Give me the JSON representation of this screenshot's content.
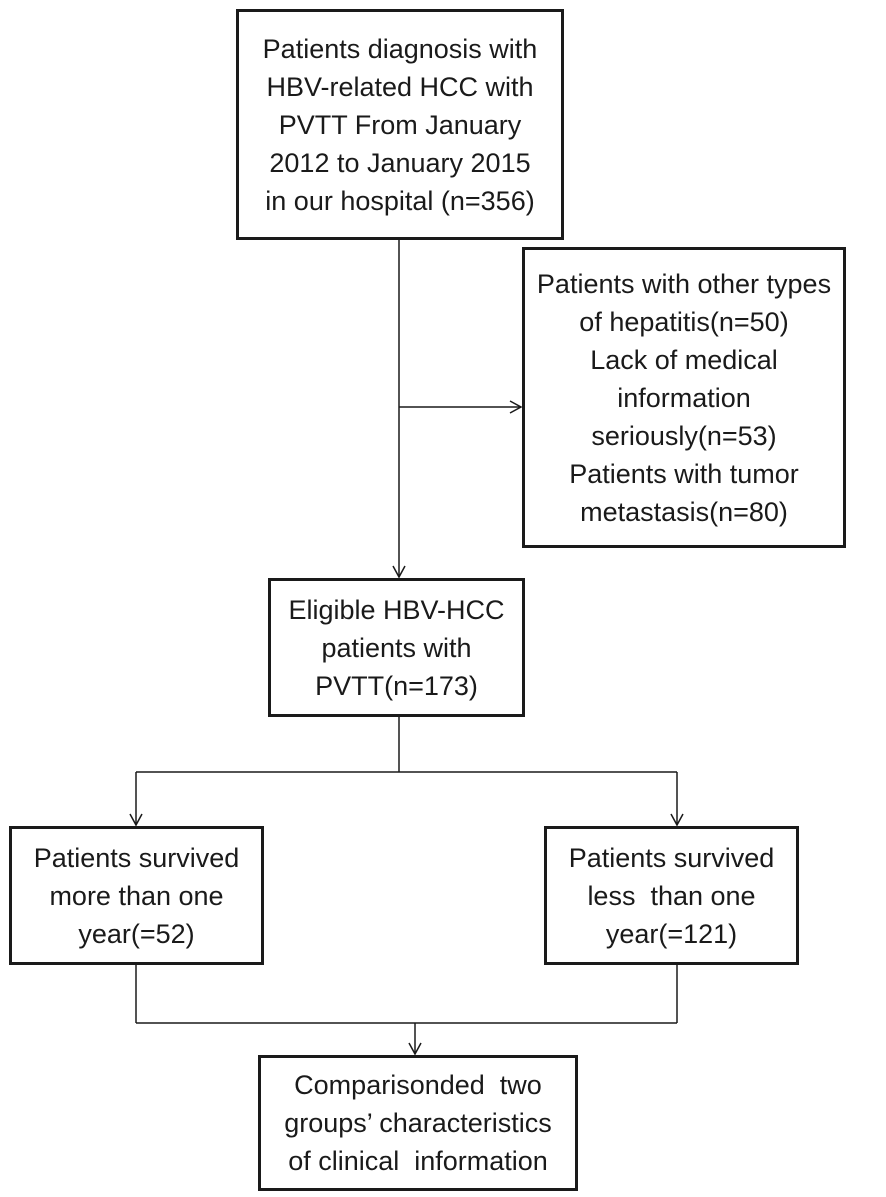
{
  "flowchart": {
    "boxes": [
      {
        "id": "initial-cohort",
        "lines": [
          "Patients diagnosis with",
          "HBV-related HCC with",
          "PVTT From January",
          "2012 to January 2015",
          "in our hospital (n=356)"
        ]
      },
      {
        "id": "exclusions",
        "lines": [
          "Patients with other types",
          "of hepatitis(n=50)",
          "Lack of medical",
          "information",
          "seriously(n=53)",
          "Patients with tumor",
          "metastasis(n=80)"
        ]
      },
      {
        "id": "eligible",
        "lines": [
          "Eligible HBV-HCC",
          "patients with",
          "PVTT(n=173)"
        ]
      },
      {
        "id": "survived-more",
        "lines": [
          "Patients survived",
          "more than one",
          "year(=52)"
        ]
      },
      {
        "id": "survived-less",
        "lines": [
          "Patients survived",
          "less  than one",
          "year(=121)"
        ]
      },
      {
        "id": "comparison",
        "lines": [
          "Comparisonded  two",
          "groups’ characteristics",
          "of clinical  information"
        ]
      }
    ],
    "colors": {
      "stroke": "#1a1a1a",
      "background": "#ffffff"
    }
  }
}
